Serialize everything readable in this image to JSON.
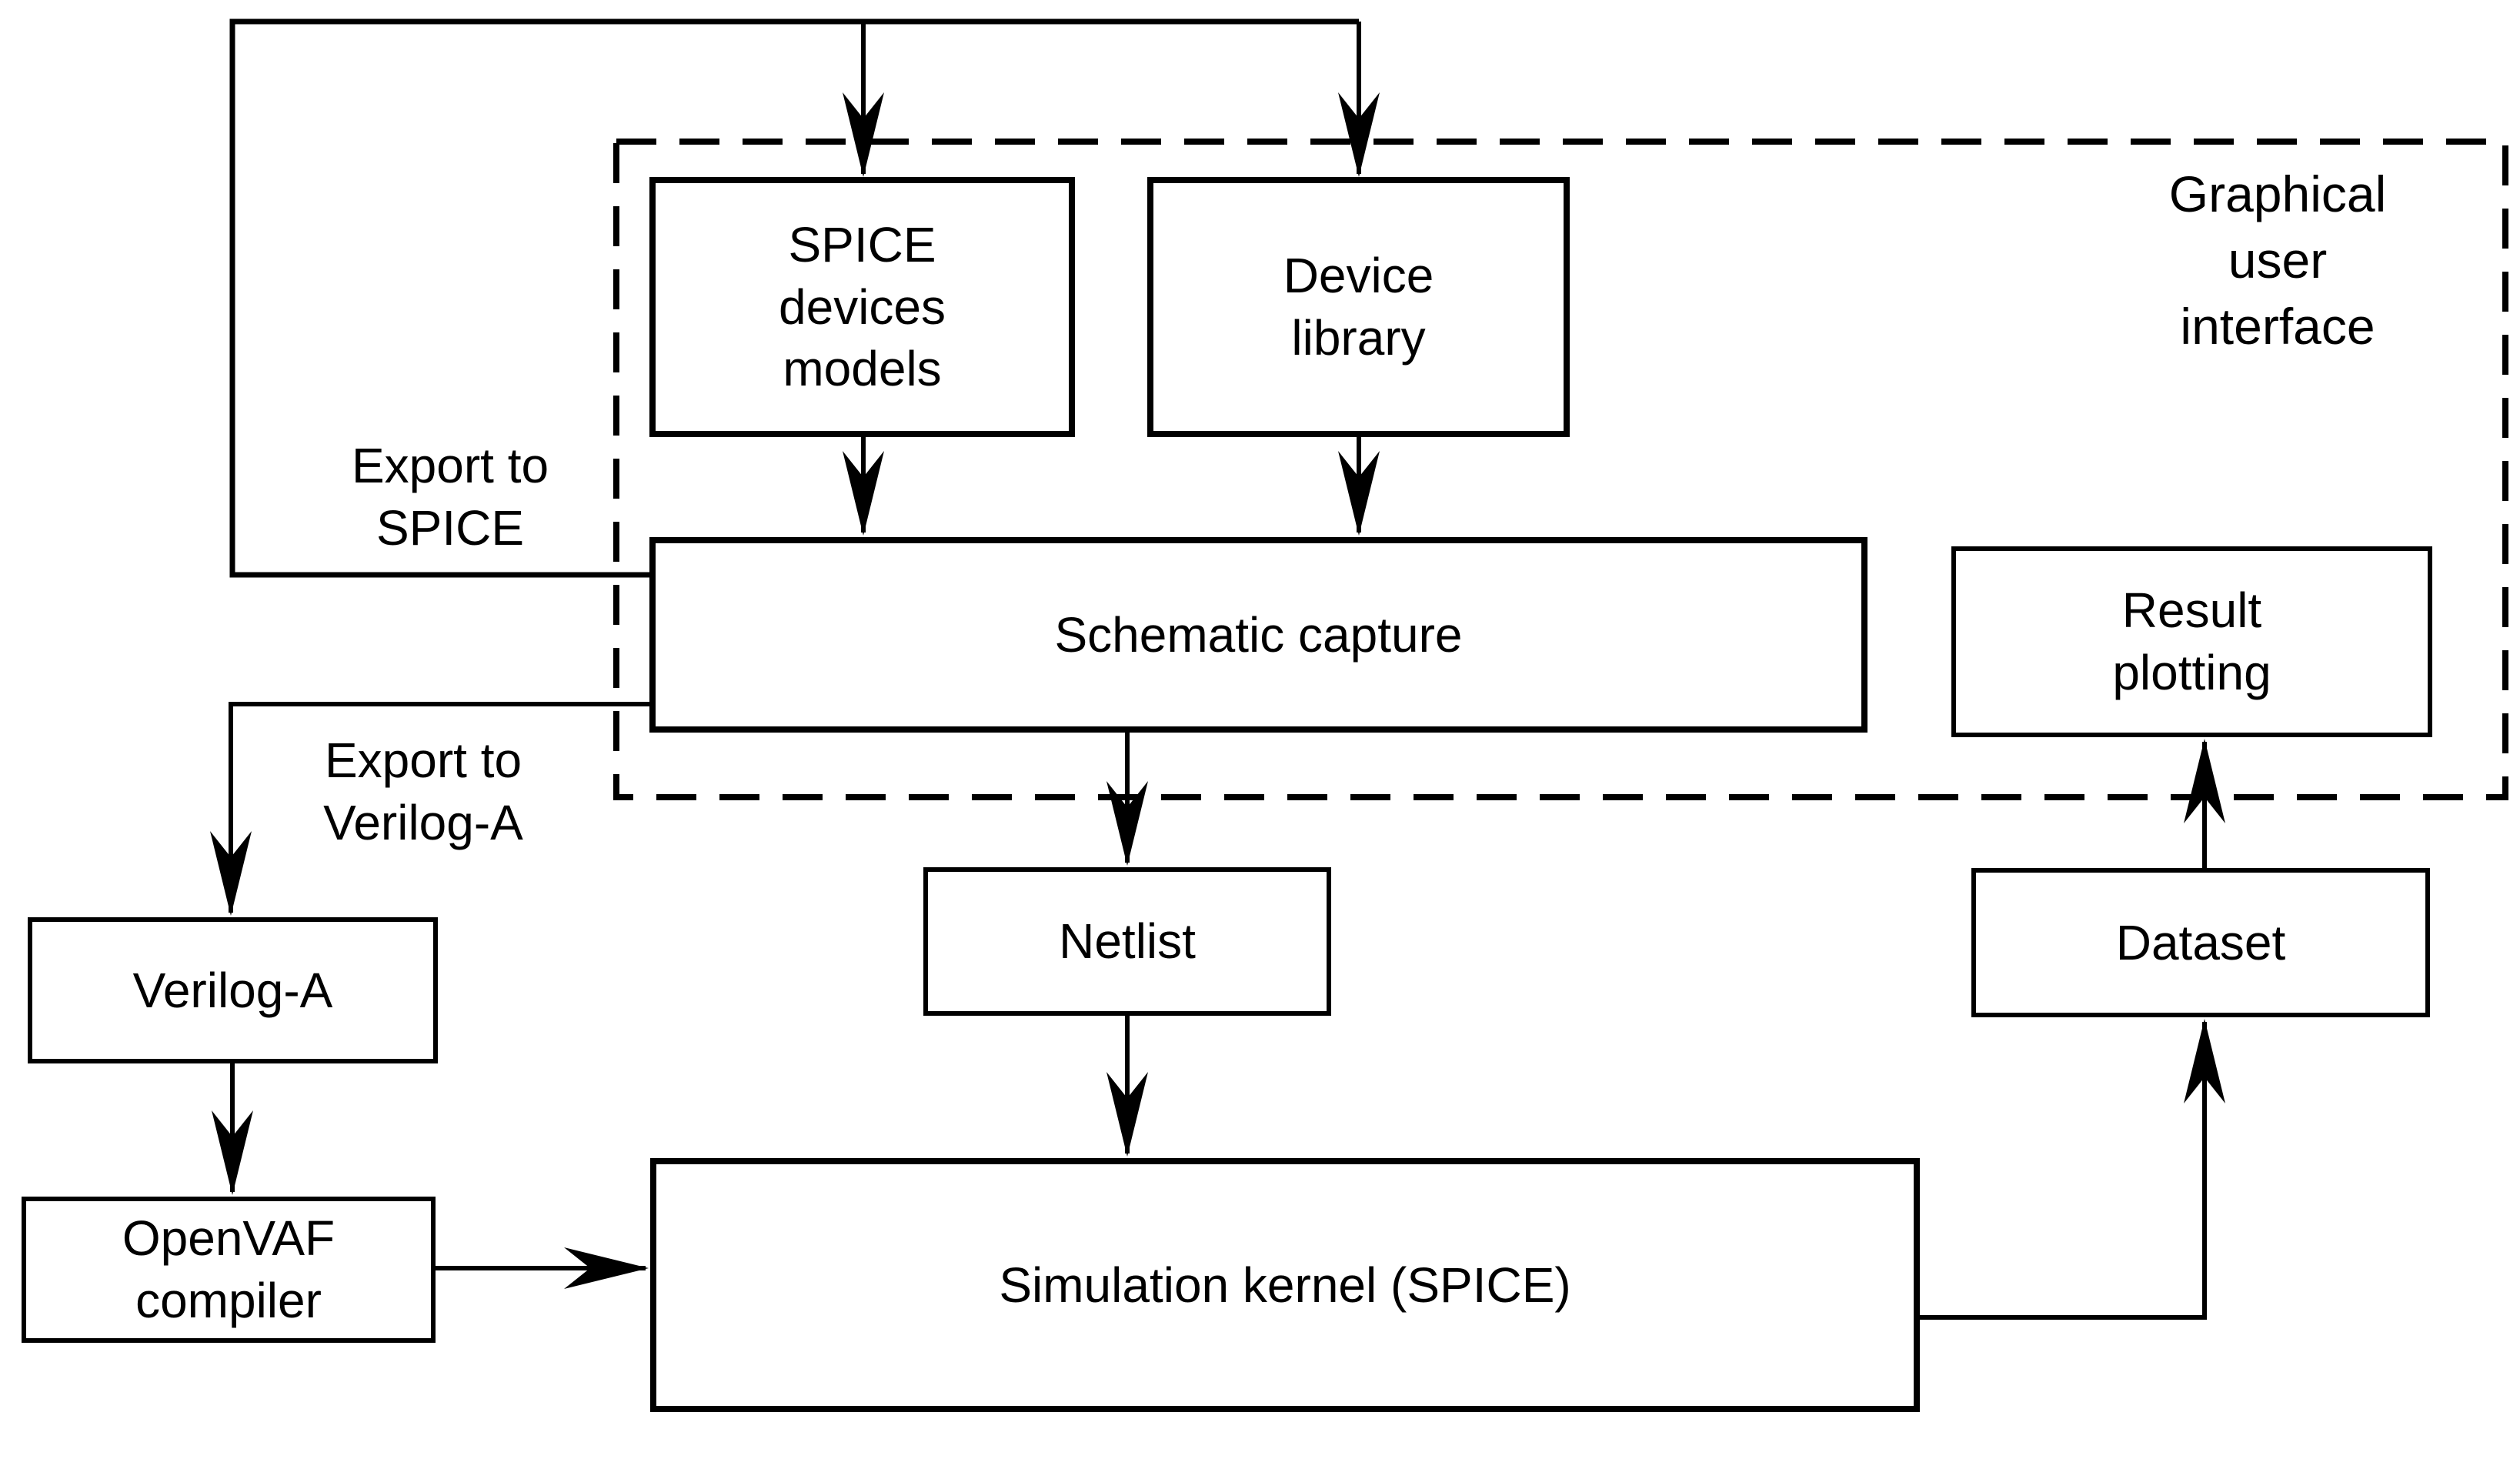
{
  "nodes": {
    "spice_devices_models": {
      "label": "SPICE\ndevices\nmodels"
    },
    "device_library": {
      "label": "Device\nlibrary"
    },
    "schematic_capture": {
      "label": "Schematic capture"
    },
    "result_plotting": {
      "label": "Result\nplotting"
    },
    "netlist": {
      "label": "Netlist"
    },
    "dataset": {
      "label": "Dataset"
    },
    "verilog_a": {
      "label": "Verilog-A"
    },
    "openvaf_compiler": {
      "label": "OpenVAF\ncompiler"
    },
    "simulation_kernel": {
      "label": "Simulation kernel (SPICE)"
    }
  },
  "labels": {
    "gui_container": "Graphical\nuser\ninterface",
    "export_to_spice": "Export to\nSPICE",
    "export_to_verilog_a": "Export to\nVerilog-A"
  },
  "colors": {
    "background": "#ffffff",
    "stroke": "#000000",
    "text": "#000000"
  }
}
